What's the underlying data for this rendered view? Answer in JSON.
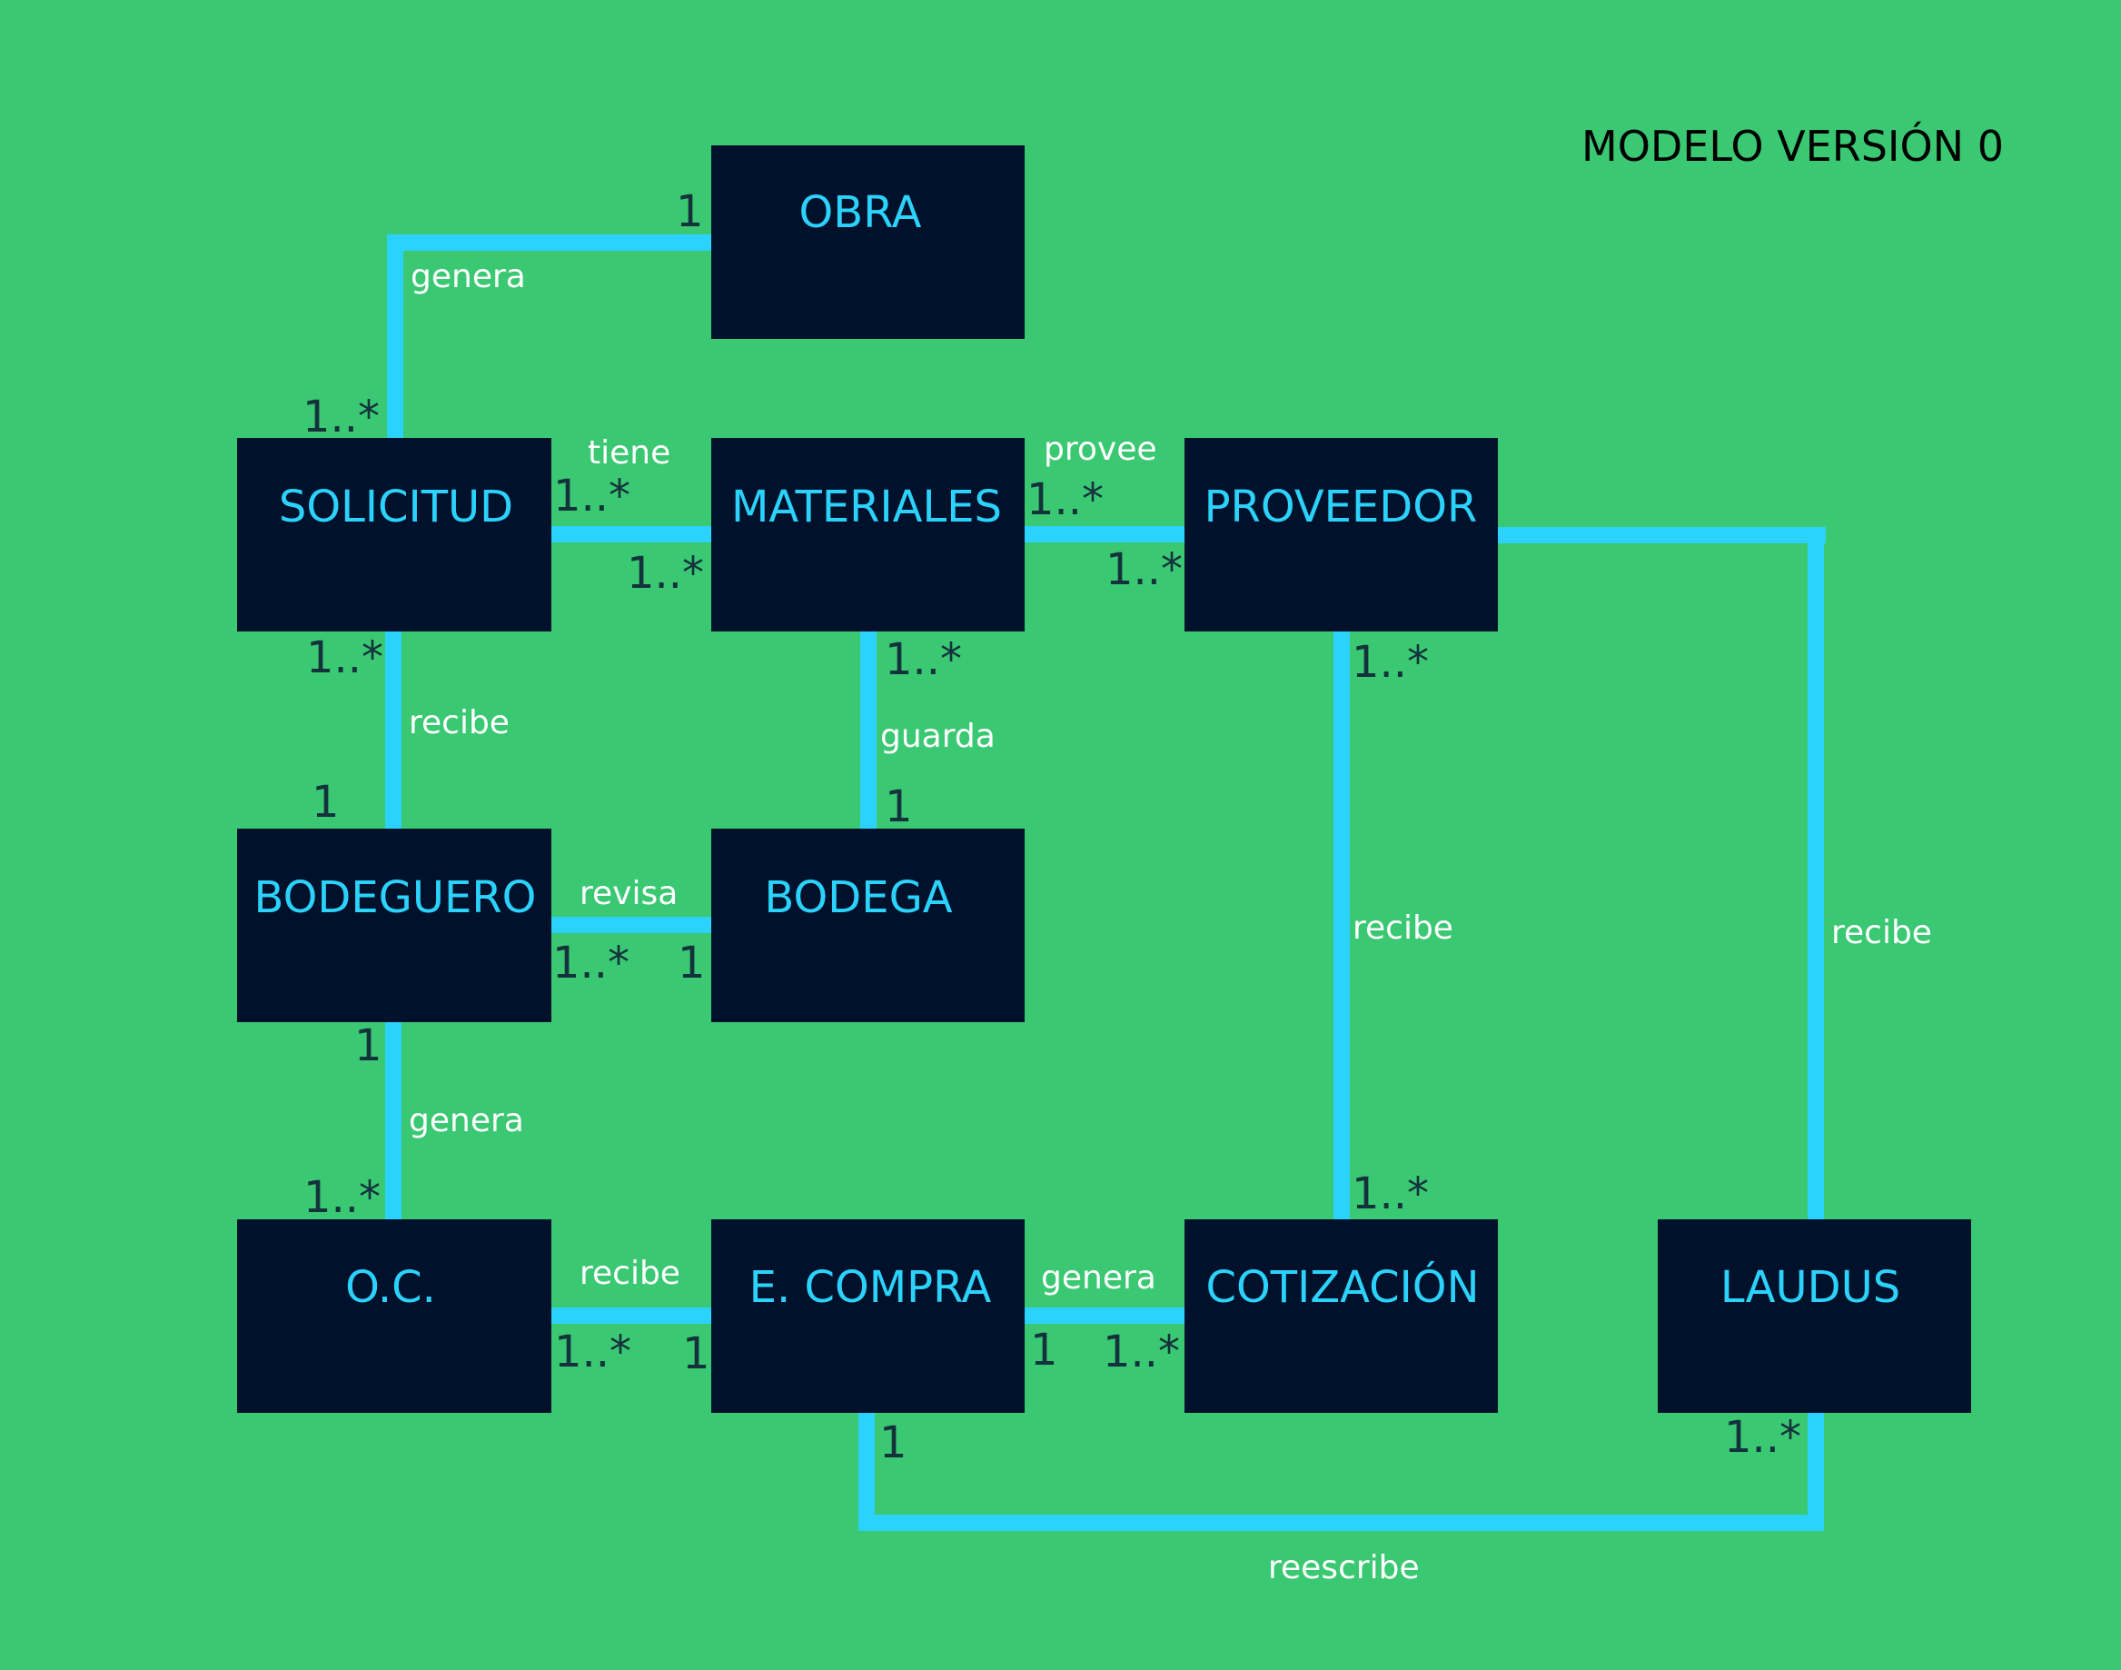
{
  "title": "MODELO VERSIÓN 0",
  "colors": {
    "background": "#3ac872",
    "box": "#00112b",
    "connector": "#2bd2fb",
    "box_text": "#2bd2fb",
    "relation_text": "#ffffff",
    "multiplicity_text": "#14323c"
  },
  "entities": {
    "obra": "OBRA",
    "solicitud": "SOLICITUD",
    "materiales": "MATERIALES",
    "proveedor": "PROVEEDOR",
    "bodeguero": "BODEGUERO",
    "bodega": "BODEGA",
    "oc": "O.C.",
    "ecompra": "E. COMPRA",
    "cotizacion": "COTIZACIÓN",
    "laudus": "LAUDUS"
  },
  "relations": {
    "obra_solicitud": {
      "label": "genera",
      "mult_a": "1",
      "mult_b": "1..*"
    },
    "solicitud_materiales": {
      "label": "tiene",
      "mult_a": "1..*",
      "mult_b": "1..*"
    },
    "materiales_proveedor": {
      "label": "provee",
      "mult_a": "1..*",
      "mult_b": "1..*"
    },
    "solicitud_bodeguero": {
      "label": "recibe",
      "mult_a": "1..*",
      "mult_b": "1"
    },
    "materiales_bodega": {
      "label": "guarda",
      "mult_a": "1..*",
      "mult_b": "1"
    },
    "bodeguero_bodega": {
      "label": "revisa",
      "mult_a": "1..*",
      "mult_b": "1"
    },
    "proveedor_cotizacion": {
      "label": "recibe",
      "mult_a": "1..*",
      "mult_b": "1..*"
    },
    "proveedor_laudus": {
      "label": "recibe"
    },
    "bodeguero_oc": {
      "label": "genera",
      "mult_a": "1",
      "mult_b": "1..*"
    },
    "oc_ecompra": {
      "label": "recibe",
      "mult_a": "1..*",
      "mult_b": "1"
    },
    "ecompra_cotizacion": {
      "label": "genera",
      "mult_a": "1",
      "mult_b": "1..*"
    },
    "ecompra_laudus": {
      "label": "reescribe",
      "mult_a": "1",
      "mult_b": "1..*"
    }
  }
}
